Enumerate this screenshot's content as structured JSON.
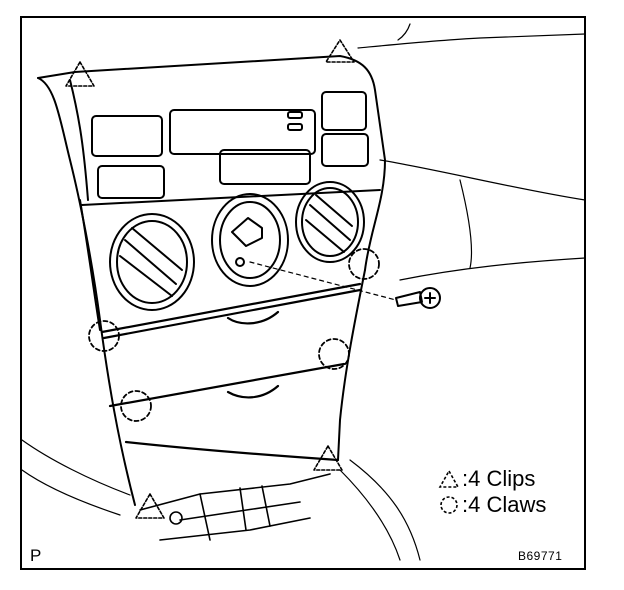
{
  "legend": {
    "clips": {
      "symbol": "triangle",
      "label": ":4 Clips"
    },
    "claws": {
      "symbol": "dashed-circle",
      "label": ":4 Claws"
    }
  },
  "corner_label": "P",
  "figure_code": "B69771",
  "colors": {
    "line": "#000000",
    "background": "#ffffff"
  }
}
